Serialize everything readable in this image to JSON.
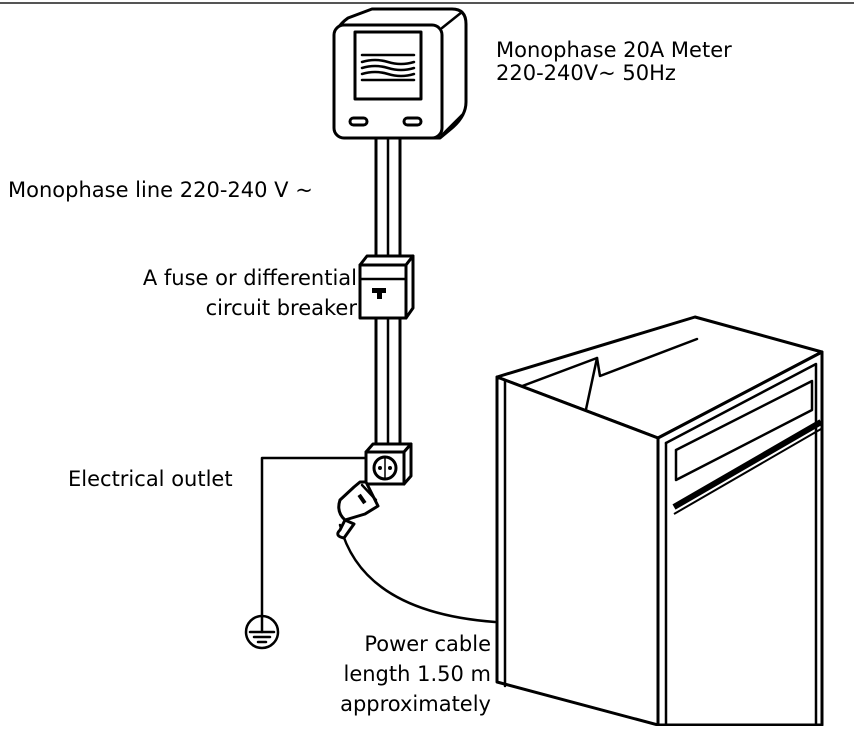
{
  "meter_label": {
    "line1": "Monophase 20A Meter",
    "line2": "220-240V~ 50Hz"
  },
  "line_label": "Monophase line 220-240 V ~",
  "breaker_label": {
    "line1": "A fuse or differential",
    "line2": "circuit breaker"
  },
  "outlet_label": "Electrical outlet",
  "cable_label": {
    "line1": "Power cable",
    "line2": "length 1.50 m",
    "line3": "approximately"
  },
  "icons": [
    "electric-meter-icon",
    "circuit-breaker-icon",
    "wall-socket-icon",
    "plug-icon",
    "ground-symbol-icon",
    "oven-icon"
  ]
}
